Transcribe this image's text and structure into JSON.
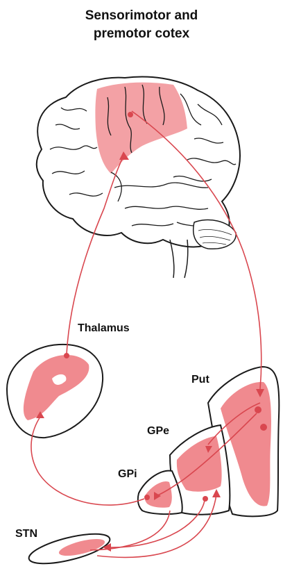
{
  "title": {
    "line1": "Sensorimotor and",
    "line2": "premotor cotex"
  },
  "labels": {
    "thalamus": "Thalamus",
    "put": "Put",
    "gpe": "GPe",
    "gpi": "GPi",
    "stn": "STN"
  },
  "colors": {
    "highlight": "#f08a8f",
    "pathway": "#d9474f",
    "outline": "#1a1a1a"
  }
}
